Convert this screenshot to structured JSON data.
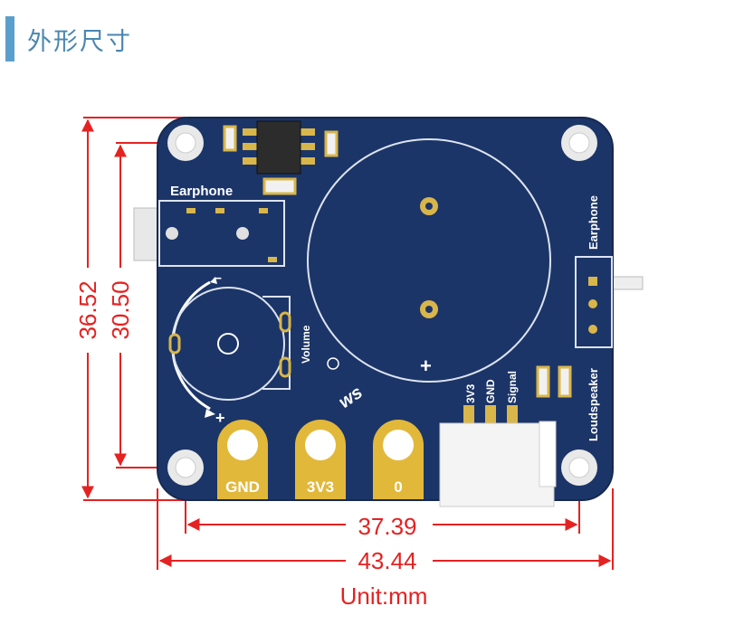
{
  "header": {
    "title": "外形尺寸",
    "accent_color": "#5a9fcc"
  },
  "board": {
    "color": "#1c3568",
    "earphone_label": "Earphone",
    "volume_label": "Volume",
    "minus_sign": "–",
    "plus_sign": "+",
    "speaker_plus": "+",
    "connector_pins": [
      "3V3",
      "GND",
      "Signal"
    ],
    "side_labels": {
      "earphone": "Earphone",
      "loudspeaker": "Loudspeaker"
    },
    "pads": [
      "GND",
      "3V3",
      "0"
    ],
    "logo_mark": "ws"
  },
  "dimensions": {
    "color": "#e52222",
    "outer_height": "36.52",
    "hole_height": "30.50",
    "hole_width": "37.39",
    "outer_width": "43.44",
    "unit": "Unit:mm"
  }
}
